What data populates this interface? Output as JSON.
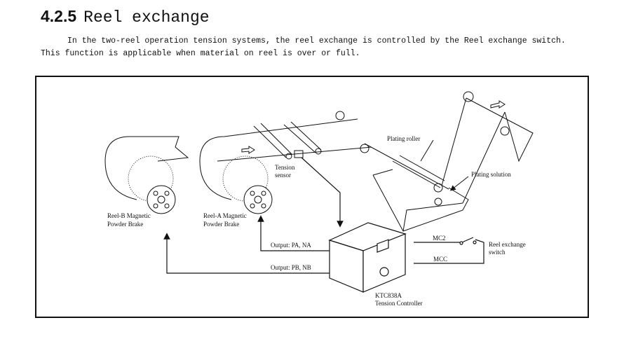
{
  "section": {
    "number": "4.2.5",
    "title": "Reel exchange"
  },
  "paragraph": {
    "line1": "In the two-reel operation tension systems, the reel exchange is controlled by the Reel exchange switch.",
    "line2": "This function is applicable when material on reel is over or full."
  },
  "diagram": {
    "labels": {
      "reel_b_1": "Reel-B Magnetic",
      "reel_b_2": "Powder Brake",
      "reel_a_1": "Reel-A Magnetic",
      "reel_a_2": "Powder Brake",
      "tension_1": "Tension",
      "tension_2": "sensor",
      "plating_roller": "Plating roller",
      "plating_solution": "Plating solution",
      "output_a": "Output: PA, NA",
      "output_b": "Output: PB, NB",
      "mc2": "MC2",
      "mcc": "MCC",
      "switch_1": "Reel exchange",
      "switch_2": "switch",
      "controller_1": "KTC838A",
      "controller_2": "Tension Controller"
    }
  }
}
